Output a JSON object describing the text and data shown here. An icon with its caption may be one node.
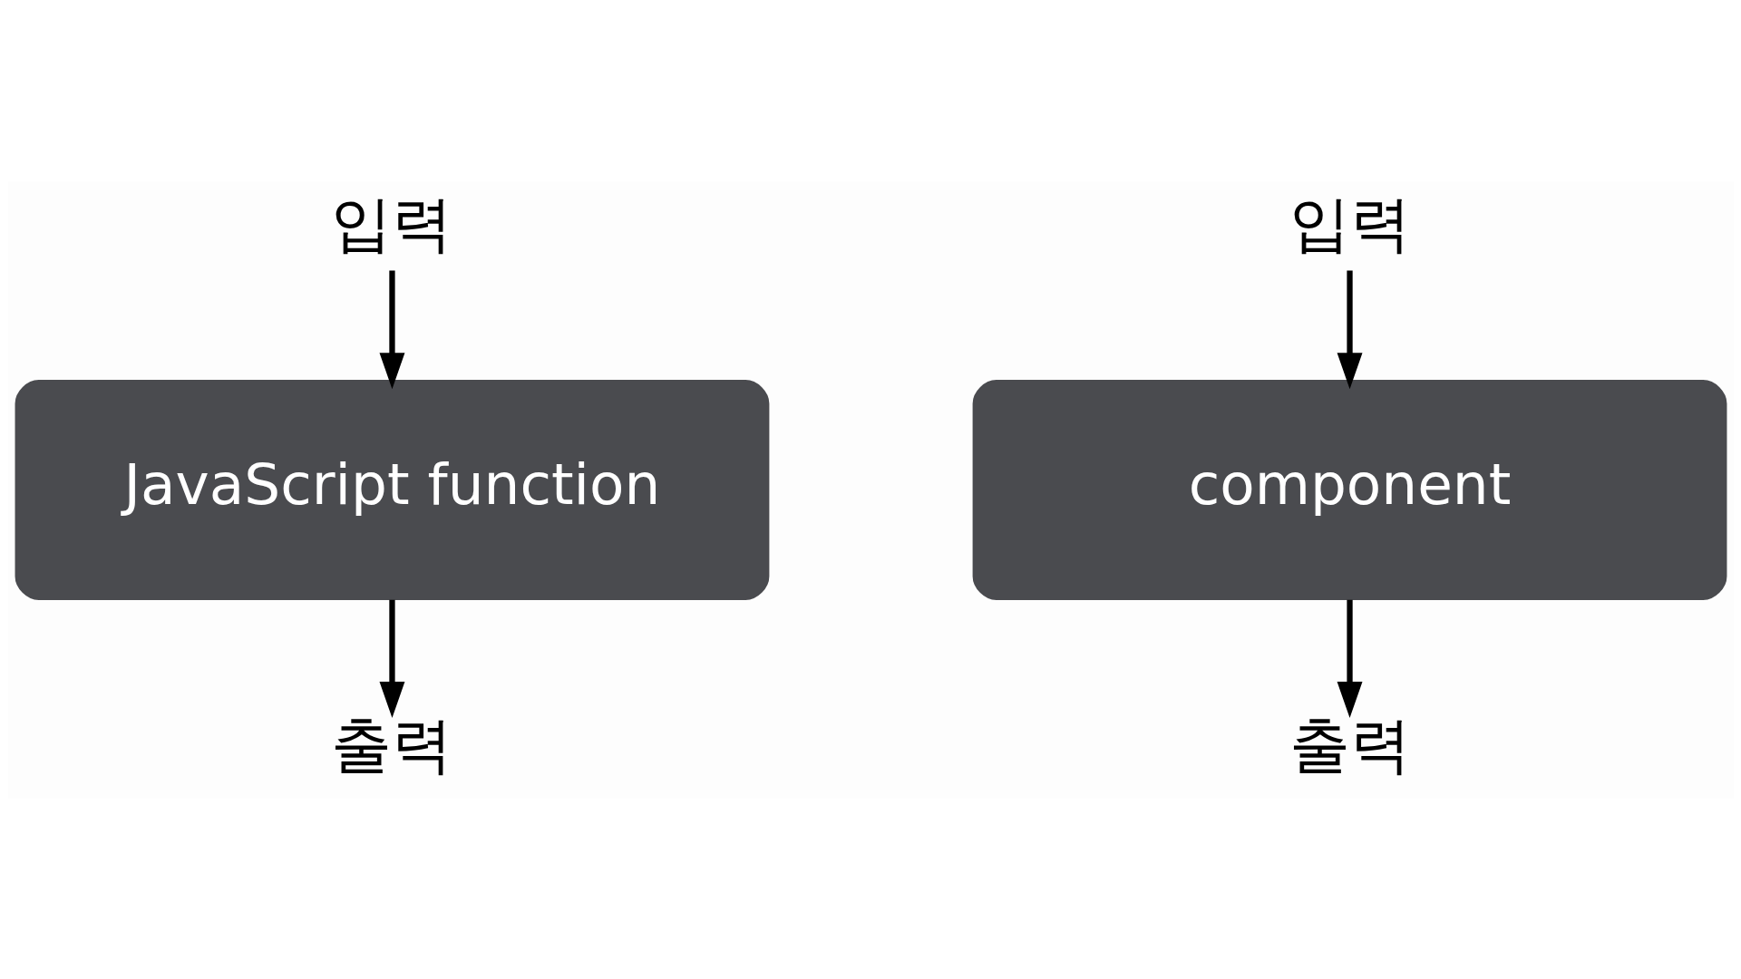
{
  "diagram": {
    "nodes": [
      {
        "text": [
          "입력"
        ]
      },
      {
        "text": [
          "JavaScript function"
        ]
      },
      {
        "text": [
          "출력"
        ]
      },
      {
        "text": [
          "입력"
        ]
      },
      {
        "text": [
          "component"
        ]
      },
      {
        "text": [
          "출력"
        ]
      }
    ],
    "edges": [
      {
        "from": 0,
        "to": 1,
        "arrow": "to"
      },
      {
        "from": 1,
        "to": 2,
        "arrow": "to"
      },
      {
        "from": 3,
        "to": 4,
        "arrow": "to"
      },
      {
        "from": 4,
        "to": 5,
        "arrow": "to"
      }
    ]
  }
}
